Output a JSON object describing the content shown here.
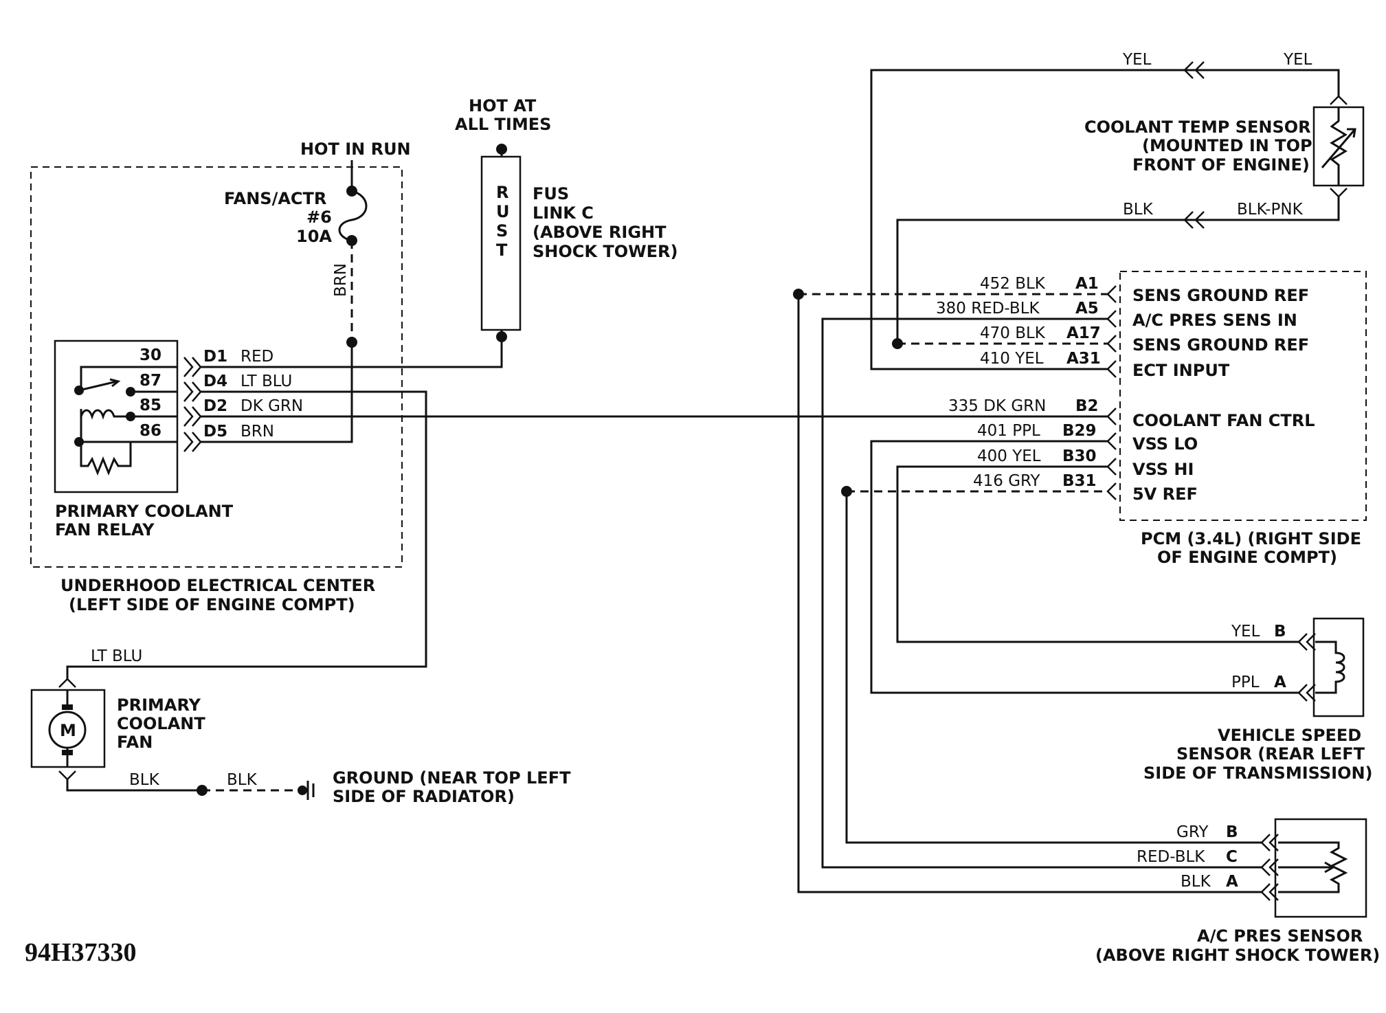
{
  "labels": {
    "hot_in_run": "HOT IN RUN",
    "hot_at_all_times_1": "HOT AT",
    "hot_at_all_times_2": "ALL TIMES",
    "fuse_1": "FANS/ACTR",
    "fuse_2": "#6",
    "fuse_3": "10A",
    "brn_vertical": "BRN",
    "rust_r": "R",
    "rust_u": "U",
    "rust_s": "S",
    "rust_t": "T",
    "fus_link_1": "FUS",
    "fus_link_2": "LINK C",
    "fus_link_3": "(ABOVE RIGHT",
    "fus_link_4": "SHOCK TOWER)",
    "relay_1": "PRIMARY COOLANT",
    "relay_2": "FAN RELAY",
    "uec_1": "UNDERHOOD ELECTRICAL CENTER",
    "uec_2": "(LEFT SIDE OF ENGINE COMPT)",
    "fan_wire": "LT BLU",
    "fan_1": "PRIMARY",
    "fan_2": "COOLANT",
    "fan_3": "FAN",
    "motor": "M",
    "blk1": "BLK",
    "blk2": "BLK",
    "ground_1": "GROUND (NEAR TOP LEFT",
    "ground_2": "SIDE OF RADIATOR)",
    "diagram_code": "94H37330",
    "yel_left": "YEL",
    "yel_right": "YEL",
    "cts_1": "COOLANT TEMP SENSOR",
    "cts_2": "(MOUNTED IN TOP",
    "cts_3": "FRONT OF ENGINE)",
    "blk_top": "BLK",
    "blk_pnk": "BLK-PNK",
    "pcm_1": "PCM (3.4L) (RIGHT SIDE",
    "pcm_2": "OF ENGINE COMPT)",
    "vss_1": "VEHICLE SPEED",
    "vss_2": "SENSOR (REAR LEFT",
    "vss_3": "SIDE OF TRANSMISSION)",
    "acp_1": "A/C PRES SENSOR",
    "acp_2": "(ABOVE RIGHT SHOCK TOWER)"
  },
  "relay_pins": [
    "30",
    "87",
    "85",
    "86"
  ],
  "relay_connector": [
    {
      "pin": "D1",
      "wire": "RED"
    },
    {
      "pin": "D4",
      "wire": "LT BLU"
    },
    {
      "pin": "D2",
      "wire": "DK GRN"
    },
    {
      "pin": "D5",
      "wire": "BRN"
    }
  ],
  "pcm_pins": [
    {
      "wire": "452 BLK",
      "pin": "A1",
      "func": "SENS GROUND REF"
    },
    {
      "wire": "380 RED-BLK",
      "pin": "A5",
      "func": "A/C PRES SENS IN"
    },
    {
      "wire": "470 BLK",
      "pin": "A17",
      "func": "SENS GROUND REF"
    },
    {
      "wire": "410 YEL",
      "pin": "A31",
      "func": "ECT INPUT"
    },
    {
      "wire": "335 DK GRN",
      "pin": "B2",
      "func": "COOLANT FAN CTRL"
    },
    {
      "wire": "401 PPL",
      "pin": "B29",
      "func": "VSS LO"
    },
    {
      "wire": "400 YEL",
      "pin": "B30",
      "func": "VSS HI"
    },
    {
      "wire": "416 GRY",
      "pin": "B31",
      "func": "5V REF"
    }
  ],
  "vss_pins": [
    {
      "wire": "YEL",
      "pin": "B"
    },
    {
      "wire": "PPL",
      "pin": "A"
    }
  ],
  "acp_pins": [
    {
      "wire": "GRY",
      "pin": "B"
    },
    {
      "wire": "RED-BLK",
      "pin": "C"
    },
    {
      "wire": "BLK",
      "pin": "A"
    }
  ]
}
